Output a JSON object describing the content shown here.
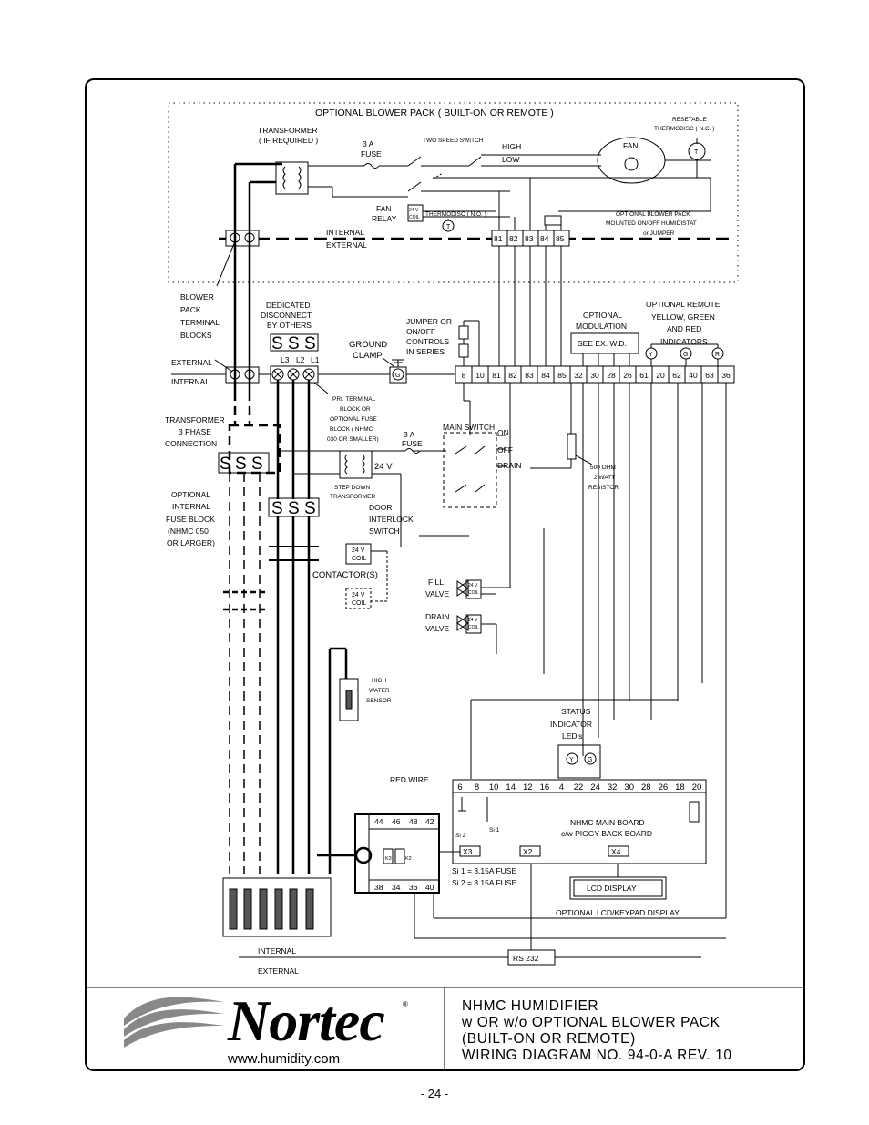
{
  "blower_pack": {
    "title": "OPTIONAL BLOWER PACK ( BUILT-ON OR REMOTE )",
    "transformer": [
      "TRANSFORMER",
      "( IF REQUIRED )"
    ],
    "fuse_3a": [
      "3 A",
      "FUSE"
    ],
    "two_speed_switch": "TWO SPEED SWITCH",
    "high": "HIGH",
    "low": "LOW",
    "fan": "FAN",
    "resetable": [
      "RESETABLE",
      "THERMODISC ( N.C. )"
    ],
    "fan_relay": [
      "FAN",
      "RELAY"
    ],
    "coil_small": [
      "24 V",
      "COIL"
    ],
    "thermodisc_no": "THERMODISC ( N.O. )",
    "mounted_humidistat": [
      "OPTIONAL BLOWER PACK",
      "MOUNTED ON/OFF HUMIDISTAT",
      "or JUMPER"
    ],
    "internal": "INTERNAL",
    "external": "EXTERNAL",
    "top_terminals": [
      "81",
      "82",
      "83",
      "84",
      "85"
    ]
  },
  "labels": {
    "blower_pack_tb": [
      "BLOWER",
      "PACK",
      "TERMINAL",
      "BLOCKS"
    ],
    "dedicated_disconnect": [
      "DEDICATED",
      "DISCONNECT",
      "BY OTHERS"
    ],
    "phase_labels": [
      "L3",
      "L2",
      "L1"
    ],
    "ground_clamp": [
      "GROUND",
      "CLAMP"
    ],
    "jumper": [
      "JUMPER OR",
      "ON/OFF",
      "CONTROLS",
      "IN SERIES"
    ],
    "optional_modulation": [
      "OPTIONAL",
      "MODULATION"
    ],
    "see_ex": "SEE  EX. W.D.",
    "optional_remote": [
      "OPTIONAL REMOTE",
      "YELLOW, GREEN",
      "AND RED",
      "INDICATORS"
    ],
    "external": "EXTERNAL",
    "internal": "INTERNAL",
    "pri_terminal": [
      "PRI. TERMINAL",
      "BLOCK OR",
      "OPTIONAL FUSE",
      "BLOCK ( NHMC",
      "030 OR SMALLER)"
    ],
    "transformer_3phase": [
      "TRANSFORMER",
      "3 PHASE",
      "CONNECTION"
    ],
    "fuse_3a": [
      "3 A",
      "FUSE"
    ],
    "main_switch": "MAIN SWITCH",
    "on": "ON",
    "off": "OFF",
    "drain": "DRAIN",
    "step_down": [
      "STEP DOWN",
      "TRANSFORMER"
    ],
    "v24": "24 V",
    "resistor": [
      "500 OHM",
      "2 WATT",
      "RESISTOR"
    ],
    "optional_internal_fuse": [
      "OPTIONAL",
      "INTERNAL",
      "FUSE BLOCK",
      "(NHMC 050",
      "OR LARGER)"
    ],
    "door_interlock": [
      "DOOR",
      "INTERLOCK",
      "SWITCH"
    ],
    "coil": [
      "24 V",
      "COIL"
    ],
    "contactors": "CONTACTOR(S)",
    "fill_valve": [
      "FILL",
      "VALVE"
    ],
    "drain_valve": [
      "DRAIN",
      "VALVE"
    ],
    "high_water": [
      "HIGH",
      "WATER",
      "SENSOR"
    ],
    "status_led": [
      "STATUS",
      "INDICATOR",
      "LED's"
    ],
    "red_wire": "RED WIRE",
    "relay_terminals_top": [
      "44",
      "46",
      "48",
      "42"
    ],
    "relay_terminals_bottom": [
      "38",
      "34",
      "36",
      "40"
    ],
    "k3": "K3",
    "k2": "K2",
    "main_board": [
      "NHMC MAIN BOARD",
      "c/w PIGGY BACK BOARD"
    ],
    "si2": "Si 2",
    "si1": "Si 1",
    "x3": "X3",
    "x2": "X2",
    "x4": "X4",
    "fuse_notes": [
      "Si 1 =  3.15A FUSE",
      "Si 2 =  3.15A FUSE"
    ],
    "lcd": "LCD  DISPLAY",
    "optional_lcd": "OPTIONAL LCD/KEYPAD DISPLAY",
    "rs232": "RS 232",
    "internal_bottom": "INTERNAL",
    "external_bottom": "EXTERNAL",
    "y": "Y",
    "g": "G",
    "r": "R",
    "t": "T",
    "s": "S"
  },
  "terminal_strip": [
    "8",
    "10",
    "81",
    "82",
    "83",
    "84",
    "85",
    "32",
    "30",
    "28",
    "26",
    "61",
    "20",
    "62",
    "40",
    "63",
    "36"
  ],
  "board_terminals": [
    "6",
    "8",
    "10",
    "14",
    "12",
    "16",
    "4",
    "22",
    "24",
    "32",
    "30",
    "28",
    "26",
    "18",
    "20"
  ],
  "title_block": {
    "lines": [
      "NHMC  HUMIDIFIER",
      "w OR w/o OPTIONAL BLOWER  PACK",
      "(BUILT-ON OR REMOTE)",
      "WIRING  DIAGRAM NO. 94-0-A   REV. 10"
    ],
    "logo": "Nortec",
    "registered": "®",
    "url": "www.humidity.com"
  },
  "page_number": "- 24 -"
}
